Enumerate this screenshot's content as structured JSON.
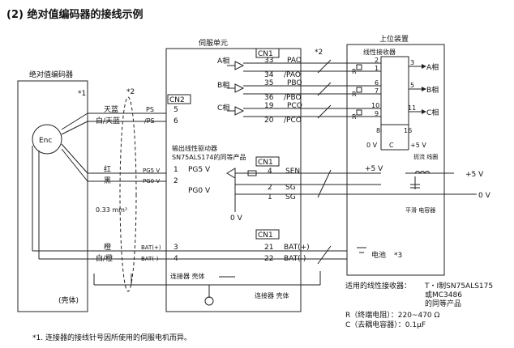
{
  "title": "(2)  绝对值编码器的接线示例",
  "blocks": {
    "encoder": "绝对值编码器",
    "servo": "伺服单元",
    "host": "上位装置",
    "receiver": "线性接收器",
    "driver_line1": "输出线性驱动器",
    "driver_line2": "SN75ALS174的同等产品"
  },
  "enc_label": "Enc",
  "notes": {
    "star1": "*1",
    "star2a": "*2",
    "star2b": "*2",
    "star3": "*3",
    "cross_section": "0.33 mm²",
    "shell": "(壳体)",
    "conn_shell1": "连接器 壳体",
    "conn_shell2": "连接器 壳体",
    "battery": "电池",
    "choke": "扼流 线圈",
    "smooth_cap": "平滑 电容器"
  },
  "connectors": {
    "cn1_top": "CN1",
    "cn2": "CN2",
    "cn1_mid": "CN1",
    "cn1_bot": "CN1"
  },
  "phases": [
    "A相",
    "B相",
    "C相"
  ],
  "signals": [
    {
      "name": "PAO",
      "pin": "33"
    },
    {
      "name": "/PAO",
      "pin": "34"
    },
    {
      "name": "PBO",
      "pin": "35"
    },
    {
      "name": "/PBO",
      "pin": "36"
    },
    {
      "name": "PCO",
      "pin": "19"
    },
    {
      "name": "/PCO",
      "pin": "20"
    }
  ],
  "receiver_pins": [
    "2",
    "1",
    "6",
    "7",
    "10",
    "9",
    "8",
    "16",
    "3",
    "5",
    "11"
  ],
  "receiver_outputs": [
    "A相",
    "B相",
    "C相"
  ],
  "r_label": "R",
  "enc_signals": [
    {
      "wire": "天蓝",
      "sig": "PS",
      "pin": "5"
    },
    {
      "wire": "白/天蓝",
      "sig": "/PS",
      "pin": "6"
    },
    {
      "wire": "红",
      "sig": "PG5 V",
      "pin": "1"
    },
    {
      "wire": "黑",
      "sig": "PG0 V",
      "pin": "2"
    },
    {
      "wire": "橙",
      "sig": "BAT(+)",
      "pin": "3"
    },
    {
      "wire": "白/橙",
      "sig": "BAT(-)",
      "pin": "4"
    }
  ],
  "pg_labels": [
    "PG5 V",
    "PG0 V"
  ],
  "cn1_mid_pins": [
    {
      "pin": "4",
      "sig": "SEN"
    },
    {
      "pin": "2",
      "sig": "SG"
    },
    {
      "pin": "1",
      "sig": "SG"
    }
  ],
  "cn1_bot_pins": [
    {
      "pin": "21",
      "sig": "BAT(+)"
    },
    {
      "pin": "22",
      "sig": "BAT(-)"
    }
  ],
  "voltages": {
    "ov_a": "0 V",
    "ov_b": "0 V",
    "ov_c": "0 V",
    "p5v_a": "+5 V",
    "p5v_b": "+5 V",
    "p5v_c": "+5 V",
    "c": "C"
  },
  "receiver_note": {
    "label": "适用的线性接收器：",
    "value1": "T・I制SN75ALS175",
    "value2": "或MC3486",
    "value3": "的同等产品",
    "r": "R（终端电阻）：220~470 Ω",
    "c": "C（去耦电容器）：0.1μF"
  },
  "footnote": "*1.   连接器的接线针号因所使用的伺服电机而异。"
}
